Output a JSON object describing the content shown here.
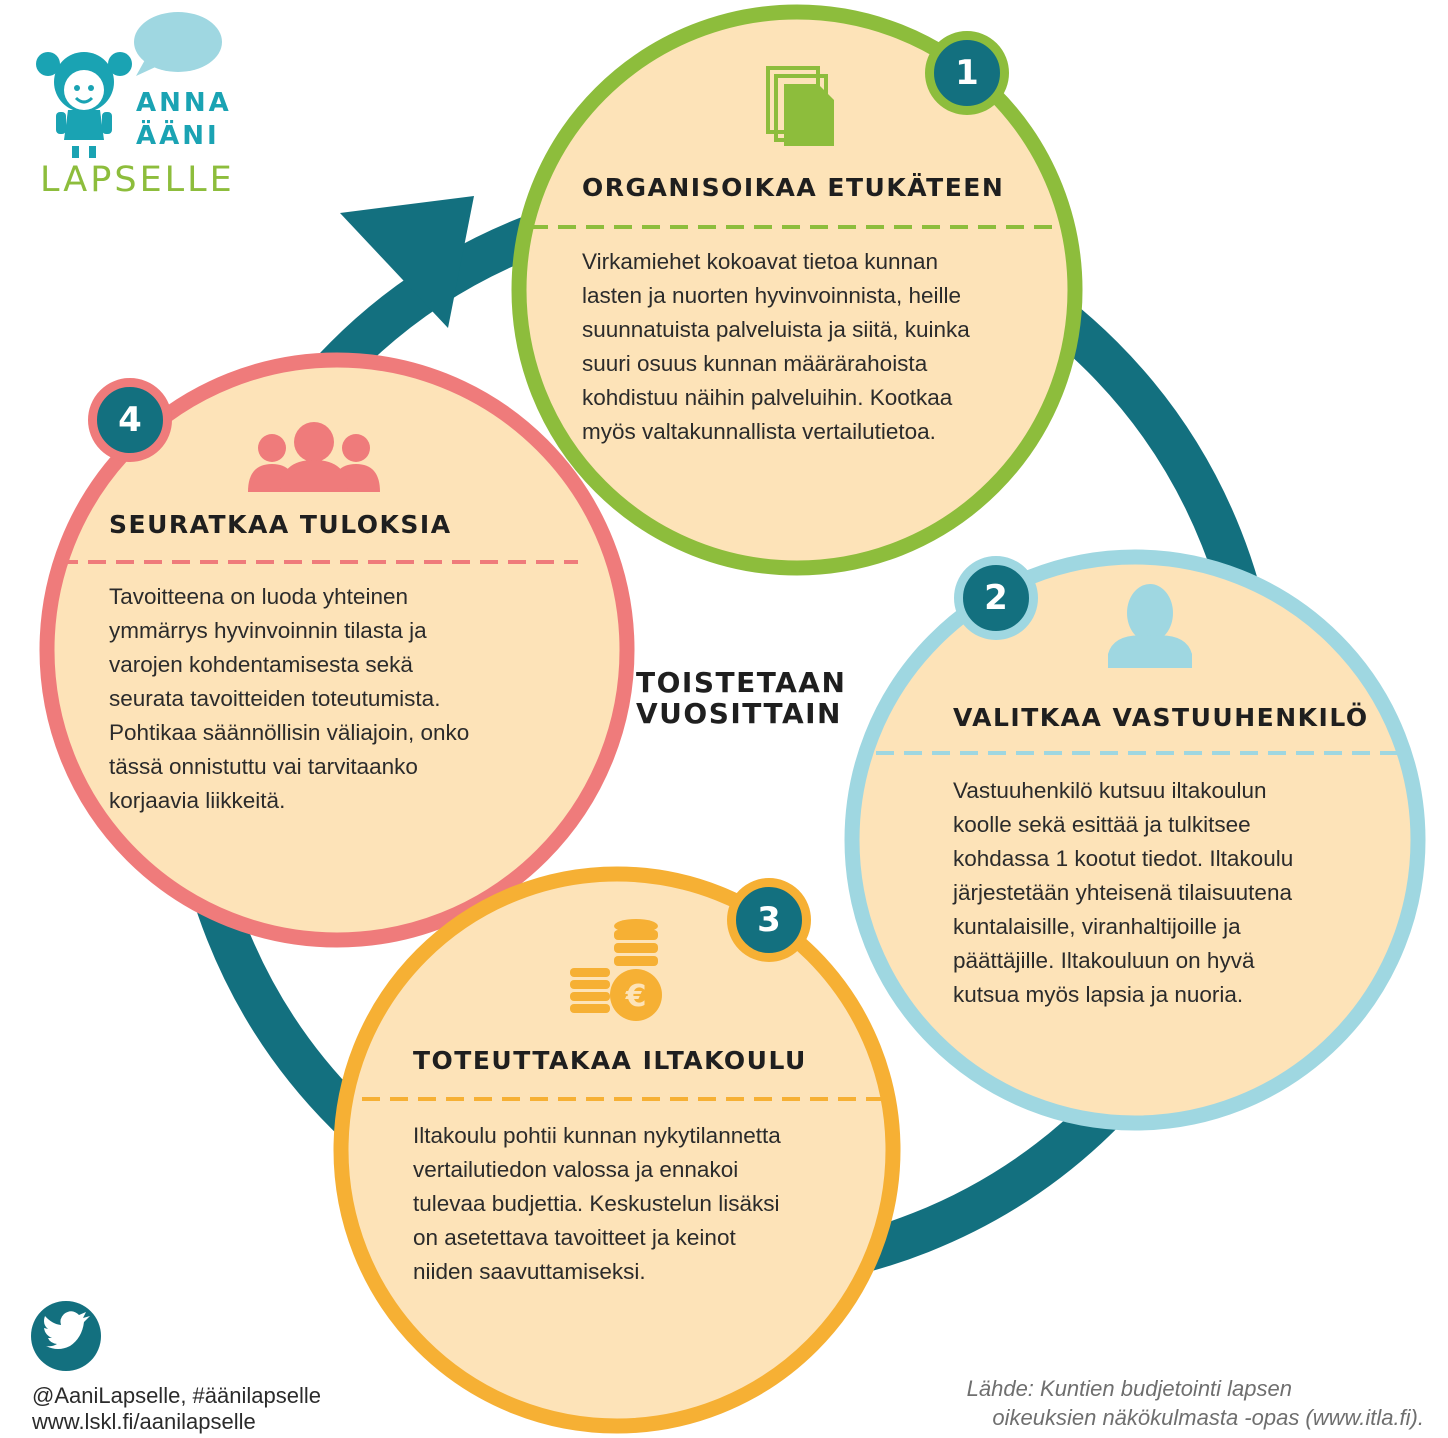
{
  "logo": {
    "line1": "ANNA",
    "line2": "ÄÄNI",
    "line3": "LAPSELLE",
    "icon": "girl-with-speech-bubble-logo"
  },
  "center_label": {
    "line1": "TOISTETAAN",
    "line2": "VUOSITTAIN"
  },
  "stages": [
    {
      "number": "1",
      "title": "ORGANISOIKAA ETUKÄTEEN",
      "icon": "documents-icon",
      "color": "#8dbd3c",
      "lines": [
        "Virkamiehet kokoavat tietoa kunnan",
        "lasten ja nuorten hyvinvoinnista, heille",
        "suunnatuista palveluista ja siitä, kuinka",
        "suuri osuus kunnan määrärahoista",
        "kohdistuu näihin palveluihin. Kootkaa",
        "myös valtakunnallista vertailutietoa."
      ]
    },
    {
      "number": "2",
      "title": "VALITKAA VASTUUHENKILÖ",
      "icon": "person-icon",
      "color": "#9fd7e1",
      "lines": [
        "Vastuuhenkilö kutsuu iltakoulun",
        "koolle sekä esittää ja tulkitsee",
        "kohdassa 1 kootut tiedot. Iltakoulu",
        "järjestetään yhteisenä tilaisuutena",
        "kuntalaisille, viranhaltijoille ja",
        "päättäjille. Iltakouluun on hyvä",
        "kutsua myös lapsia ja nuoria."
      ]
    },
    {
      "number": "3",
      "title": "TOTEUTTAKAA ILTAKOULU",
      "icon": "coins-euro-icon",
      "color": "#f6b034",
      "lines": [
        "Iltakoulu pohtii kunnan nykytilannetta",
        "vertailutiedon valossa ja ennakoi",
        "tulevaa budjettia. Keskustelun lisäksi",
        "on asetettava tavoitteet ja keinot",
        "niiden saavuttamiseksi."
      ]
    },
    {
      "number": "4",
      "title": "SEURATKAA TULOKSIA",
      "icon": "group-icon",
      "color": "#ef7b7b",
      "lines": [
        "Tavoitteena on luoda yhteinen",
        "ymmärrys hyvinvoinnin tilasta ja",
        "varojen kohdentamisesta sekä",
        "seurata tavoitteiden toteutumista.",
        "Pohtikaa säännöllisin väliajoin, onko",
        "tässä onnistuttu vai tarvitaanko",
        "korjaavia liikkeitä."
      ]
    }
  ],
  "footer": {
    "twitter_icon": "twitter-icon",
    "social": "@AaniLapselle, #äänilapselle",
    "url": "www.lskl.fi/aanilapselle"
  },
  "source": {
    "line1": "Lähde: Kuntien budjetointi lapsen",
    "line2": "oikeuksien näkökulmasta -opas (www.itla.fi)."
  },
  "colors": {
    "cycle_arrow": "#13707f",
    "circle_fill": "#fde3b8",
    "badge_fill": "#13707f",
    "logo_teal": "#1aa3b3",
    "logo_green": "#8dbd3c",
    "bubble": "#9fd7e1",
    "twitter": "#13707f"
  }
}
